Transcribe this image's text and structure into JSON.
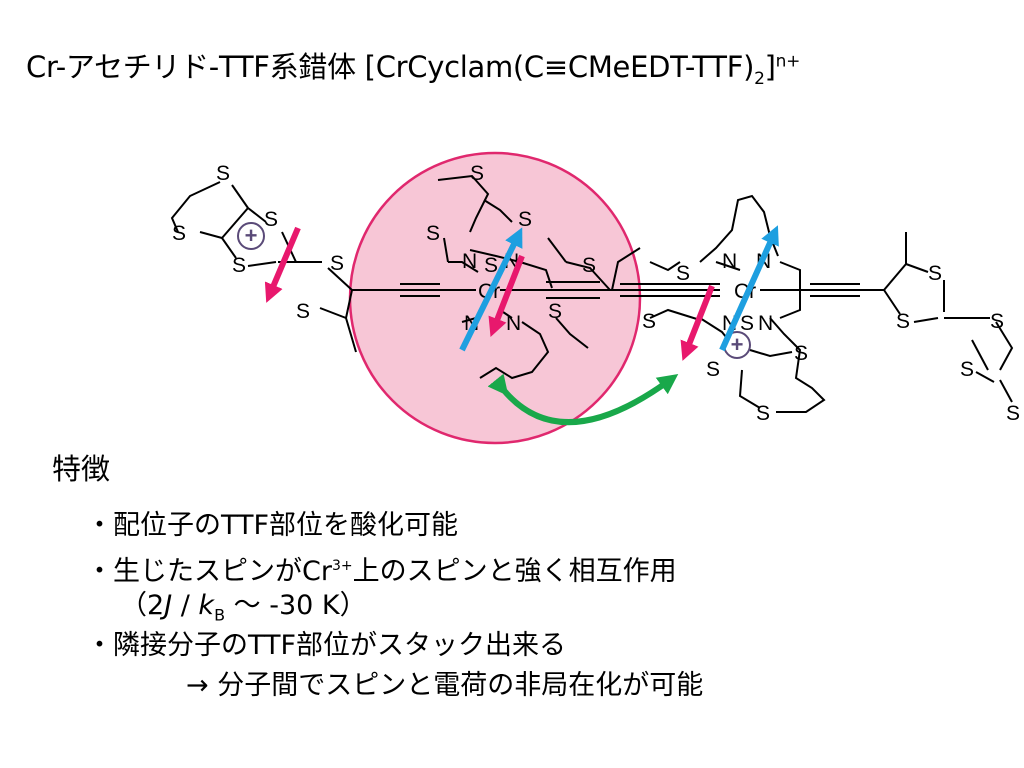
{
  "title": {
    "text": "Cr-アセチリド-TTF系錯体 [CrCyclam(C≡CMeEDT-TTF)",
    "sub": "2",
    "bracket": "]",
    "sup": "n+"
  },
  "atoms": {
    "S": "S",
    "N": "N",
    "Cr": "Cr",
    "plus": "+"
  },
  "colors": {
    "circle_fill": "#f7c6d6",
    "circle_stroke": "#e0286e",
    "spin_pink": "#e8186d",
    "spin_blue": "#1e9fe0",
    "interaction_green": "#19a84a",
    "plus_circle": "#5a4a78"
  },
  "features": {
    "heading": "特徴",
    "b1": "・配位子のTTF部位を酸化可能",
    "b2_pre": "・生じたスピンがCr",
    "b2_sup": "3+",
    "b2_post": "上のスピンと強く相互作用",
    "b3_pre": "（2",
    "b3_J": "J",
    "b3_mid": " / ",
    "b3_k": "k",
    "b3_sub": "B",
    "b3_post": " ～ -30 K）",
    "b4": "・隣接分子のTTF部位がスタック出来る",
    "b5": "→ 分子間でスピンと電荷の非局在化が可能"
  }
}
